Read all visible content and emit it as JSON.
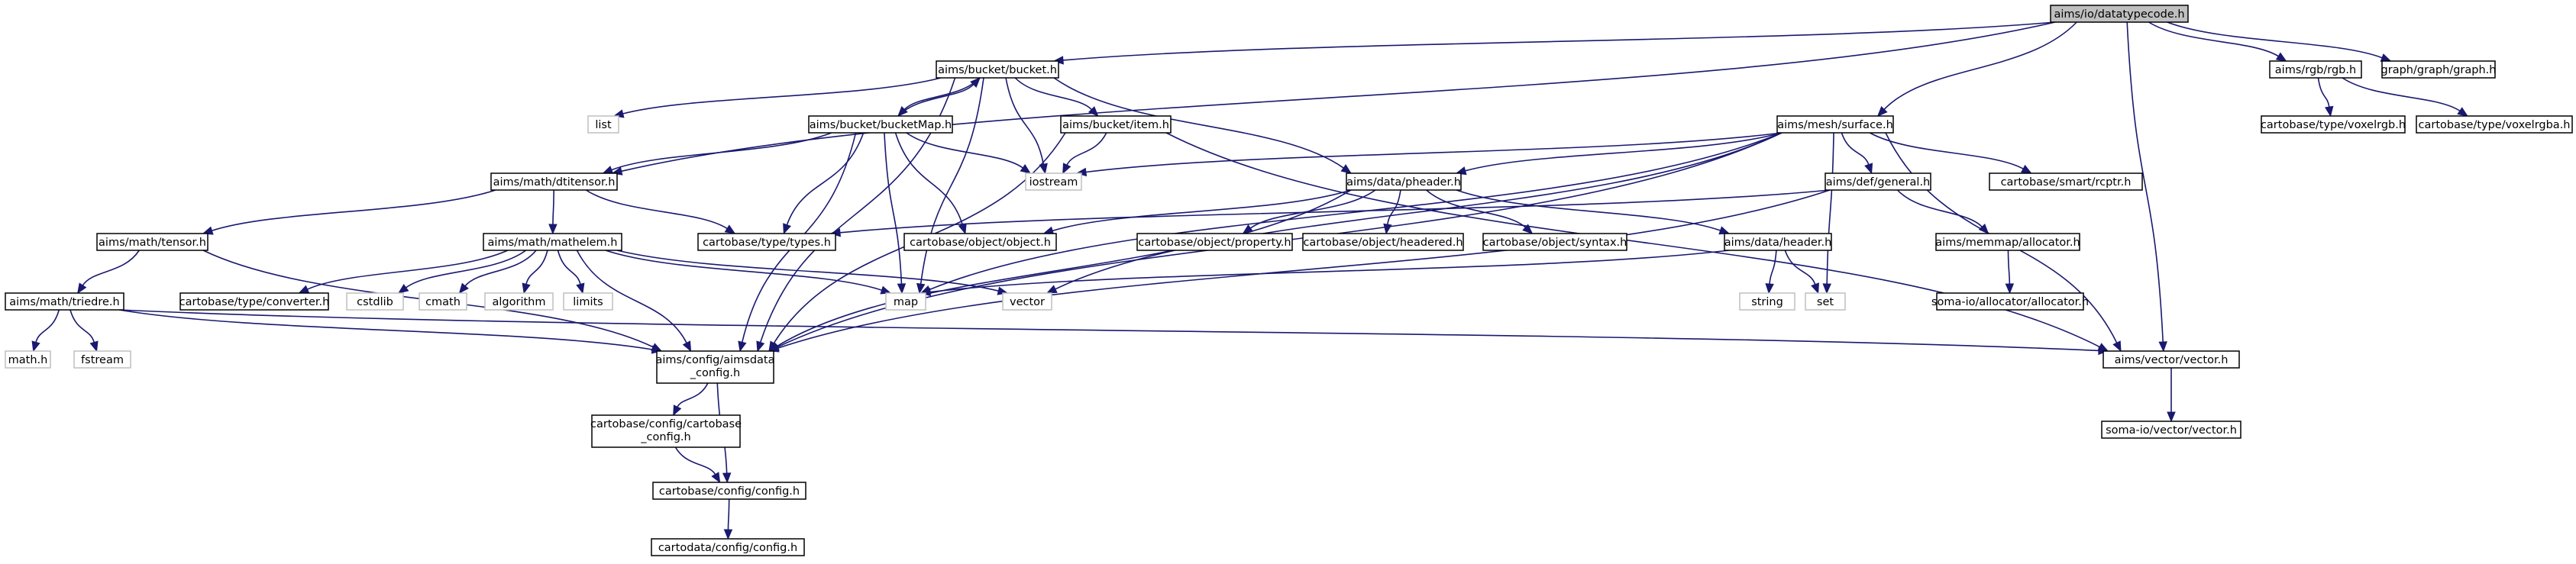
{
  "graph": {
    "colors": {
      "edge": "#191970",
      "root_fill": "#bfbfbf",
      "node_border": "#000000",
      "system_border": "#bfbfbf"
    },
    "nodes": [
      {
        "id": "datatypecode",
        "label": "aims/io/datatypecode.h",
        "kind": "root"
      },
      {
        "id": "bucket",
        "label": "aims/bucket/bucket.h"
      },
      {
        "id": "rgb",
        "label": "aims/rgb/rgb.h"
      },
      {
        "id": "graph",
        "label": "graph/graph/graph.h"
      },
      {
        "id": "list",
        "label": "list",
        "kind": "sys"
      },
      {
        "id": "bucketmap",
        "label": "aims/bucket/bucketMap.h"
      },
      {
        "id": "item",
        "label": "aims/bucket/item.h"
      },
      {
        "id": "surface",
        "label": "aims/mesh/surface.h"
      },
      {
        "id": "voxelrgb",
        "label": "cartobase/type/voxelrgb.h"
      },
      {
        "id": "voxelrgba",
        "label": "cartobase/type/voxelrgba.h"
      },
      {
        "id": "dtitensor",
        "label": "aims/math/dtitensor.h"
      },
      {
        "id": "iostream",
        "label": "iostream",
        "kind": "sys"
      },
      {
        "id": "pheader",
        "label": "aims/data/pheader.h"
      },
      {
        "id": "general",
        "label": "aims/def/general.h"
      },
      {
        "id": "rcptr",
        "label": "cartobase/smart/rcptr.h"
      },
      {
        "id": "tensor",
        "label": "aims/math/tensor.h"
      },
      {
        "id": "mathelem",
        "label": "aims/math/mathelem.h"
      },
      {
        "id": "types",
        "label": "cartobase/type/types.h"
      },
      {
        "id": "object",
        "label": "cartobase/object/object.h"
      },
      {
        "id": "property",
        "label": "cartobase/object/property.h"
      },
      {
        "id": "headered",
        "label": "cartobase/object/headered.h"
      },
      {
        "id": "syntax",
        "label": "cartobase/object/syntax.h"
      },
      {
        "id": "header",
        "label": "aims/data/header.h"
      },
      {
        "id": "allocator",
        "label": "aims/memmap/allocator.h"
      },
      {
        "id": "triedre",
        "label": "aims/math/triedre.h"
      },
      {
        "id": "converter",
        "label": "cartobase/type/converter.h"
      },
      {
        "id": "cstdlib",
        "label": "cstdlib",
        "kind": "sys"
      },
      {
        "id": "cmath",
        "label": "cmath",
        "kind": "sys"
      },
      {
        "id": "algorithm",
        "label": "algorithm",
        "kind": "sys"
      },
      {
        "id": "limits",
        "label": "limits",
        "kind": "sys"
      },
      {
        "id": "map",
        "label": "map",
        "kind": "sys"
      },
      {
        "id": "vector",
        "label": "vector",
        "kind": "sys"
      },
      {
        "id": "string",
        "label": "string",
        "kind": "sys"
      },
      {
        "id": "set",
        "label": "set",
        "kind": "sys"
      },
      {
        "id": "somaalloc",
        "label": "soma-io/allocator/allocator.h"
      },
      {
        "id": "mathh",
        "label": "math.h",
        "kind": "sys"
      },
      {
        "id": "fstream",
        "label": "fstream",
        "kind": "sys"
      },
      {
        "id": "aimsdataconfig",
        "label": [
          "aims/config/aimsdata",
          "_config.h"
        ]
      },
      {
        "id": "vectorh",
        "label": "aims/vector/vector.h"
      },
      {
        "id": "cartobaseconfig",
        "label": [
          "cartobase/config/cartobase",
          "_config.h"
        ]
      },
      {
        "id": "somavector",
        "label": "soma-io/vector/vector.h"
      },
      {
        "id": "config",
        "label": "cartobase/config/config.h"
      },
      {
        "id": "cartodataconfig",
        "label": "cartodata/config/config.h"
      }
    ],
    "edges": [
      [
        "datatypecode",
        "bucket"
      ],
      [
        "datatypecode",
        "dtitensor"
      ],
      [
        "datatypecode",
        "surface"
      ],
      [
        "datatypecode",
        "rgb"
      ],
      [
        "datatypecode",
        "graph"
      ],
      [
        "datatypecode",
        "vectorh"
      ],
      [
        "bucket",
        "list"
      ],
      [
        "bucket",
        "bucketmap"
      ],
      [
        "bucket",
        "item"
      ],
      [
        "bucket",
        "iostream"
      ],
      [
        "bucket",
        "pheader"
      ],
      [
        "bucket",
        "map"
      ],
      [
        "bucket",
        "aimsdataconfig"
      ],
      [
        "bucketmap",
        "bucket"
      ],
      [
        "bucketmap",
        "dtitensor"
      ],
      [
        "bucketmap",
        "types"
      ],
      [
        "bucketmap",
        "object"
      ],
      [
        "bucketmap",
        "iostream"
      ],
      [
        "bucketmap",
        "map"
      ],
      [
        "bucketmap",
        "aimsdataconfig"
      ],
      [
        "item",
        "iostream"
      ],
      [
        "item",
        "aimsdataconfig"
      ],
      [
        "item",
        "vectorh"
      ],
      [
        "rgb",
        "voxelrgb"
      ],
      [
        "rgb",
        "voxelrgba"
      ],
      [
        "surface",
        "iostream"
      ],
      [
        "surface",
        "pheader"
      ],
      [
        "surface",
        "general"
      ],
      [
        "surface",
        "rcptr"
      ],
      [
        "surface",
        "map"
      ],
      [
        "surface",
        "vector"
      ],
      [
        "surface",
        "set"
      ],
      [
        "surface",
        "aimsdataconfig"
      ],
      [
        "surface",
        "vectorh"
      ],
      [
        "dtitensor",
        "tensor"
      ],
      [
        "dtitensor",
        "mathelem"
      ],
      [
        "dtitensor",
        "types"
      ],
      [
        "pheader",
        "object"
      ],
      [
        "pheader",
        "property"
      ],
      [
        "pheader",
        "headered"
      ],
      [
        "pheader",
        "syntax"
      ],
      [
        "pheader",
        "header"
      ],
      [
        "pheader",
        "aimsdataconfig"
      ],
      [
        "general",
        "types"
      ],
      [
        "general",
        "allocator"
      ],
      [
        "general",
        "aimsdataconfig"
      ],
      [
        "tensor",
        "triedre"
      ],
      [
        "tensor",
        "aimsdataconfig"
      ],
      [
        "mathelem",
        "converter"
      ],
      [
        "mathelem",
        "cstdlib"
      ],
      [
        "mathelem",
        "cmath"
      ],
      [
        "mathelem",
        "algorithm"
      ],
      [
        "mathelem",
        "limits"
      ],
      [
        "mathelem",
        "map"
      ],
      [
        "mathelem",
        "vector"
      ],
      [
        "mathelem",
        "aimsdataconfig"
      ],
      [
        "header",
        "map"
      ],
      [
        "header",
        "string"
      ],
      [
        "header",
        "set"
      ],
      [
        "allocator",
        "somaalloc"
      ],
      [
        "triedre",
        "mathh"
      ],
      [
        "triedre",
        "fstream"
      ],
      [
        "triedre",
        "aimsdataconfig"
      ],
      [
        "triedre",
        "vectorh"
      ],
      [
        "aimsdataconfig",
        "cartobaseconfig"
      ],
      [
        "aimsdataconfig",
        "config"
      ],
      [
        "cartobaseconfig",
        "config"
      ],
      [
        "config",
        "cartodataconfig"
      ],
      [
        "vectorh",
        "somavector"
      ]
    ]
  }
}
